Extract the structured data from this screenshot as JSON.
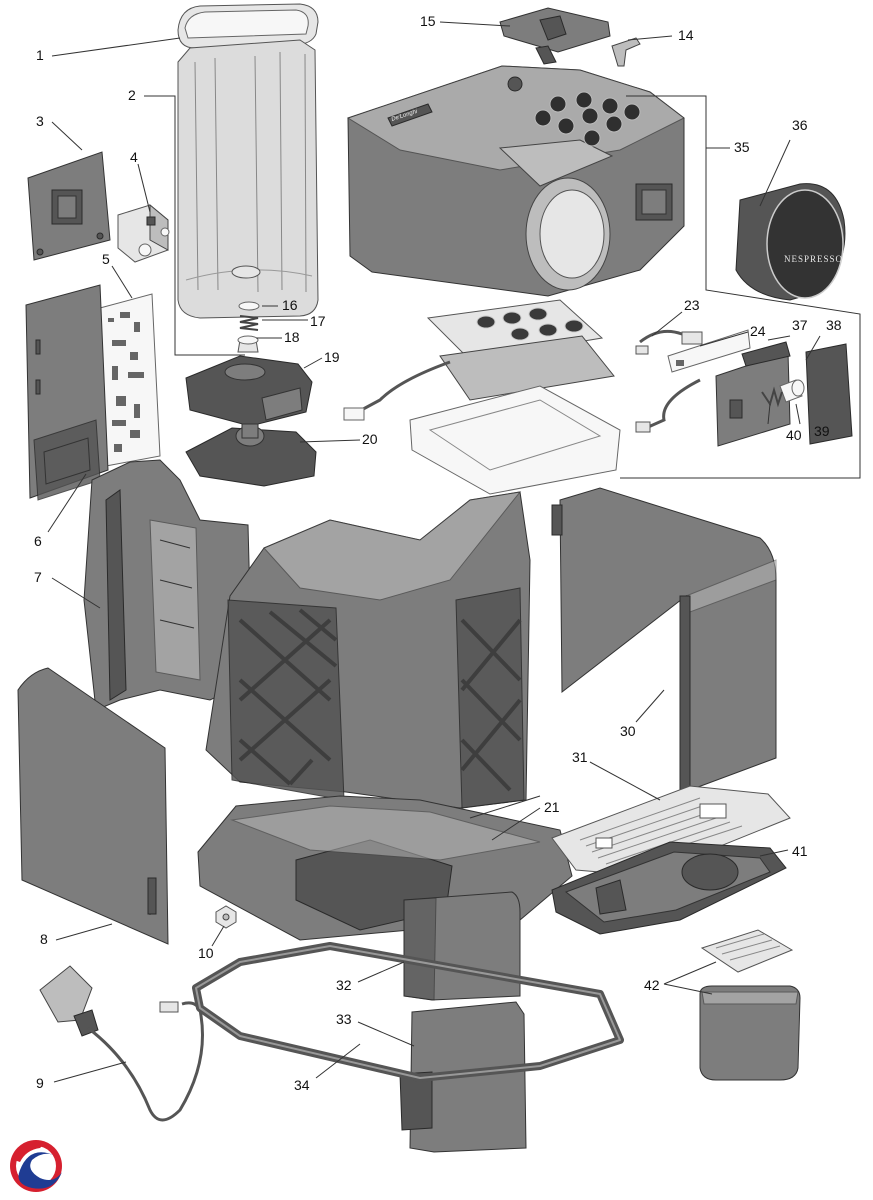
{
  "labels": {
    "p1": "1",
    "p2": "2",
    "p3": "3",
    "p4": "4",
    "p5": "5",
    "p6": "6",
    "p7": "7",
    "p8": "8",
    "p9": "9",
    "p10": "10",
    "p14": "14",
    "p15": "15",
    "p16": "16",
    "p17": "17",
    "p18": "18",
    "p19": "19",
    "p20": "20",
    "p21": "21",
    "p23": "23",
    "p24": "24",
    "p30": "30",
    "p31": "31",
    "p32": "32",
    "p33": "33",
    "p34": "34",
    "p35": "35",
    "p36": "36",
    "p37": "37",
    "p38": "38",
    "p39": "39",
    "p40": "40",
    "p41": "41",
    "p42": "42"
  },
  "capsule_brand": "NESPRESSO",
  "machine_brand": "De'Longhi",
  "colors": {
    "logo_red": "#d6202f",
    "logo_blue": "#1f3c93"
  },
  "icons": [
    "corner-logo-icon"
  ]
}
